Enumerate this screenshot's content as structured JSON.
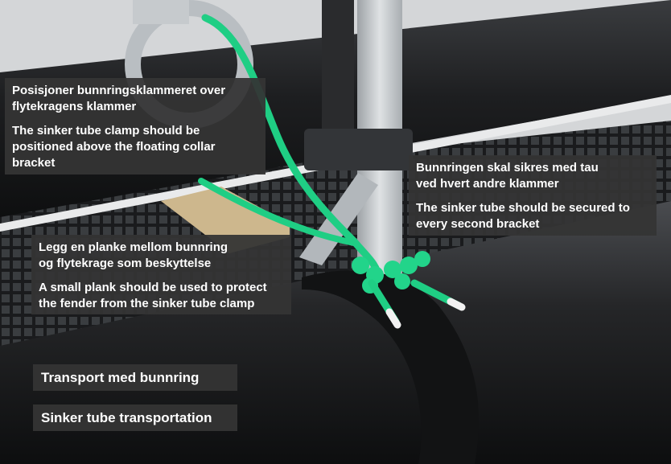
{
  "image": {
    "callouts": [
      {
        "no": "Posisjoner bunnringsklammeret over\nflytekragens klammer",
        "en": "The sinker tube clamp should be\npositioned above the floating collar\nbracket"
      },
      {
        "no": "Bunnringen skal sikres med tau\nved hvert andre klammer",
        "en": "The sinker tube should be secured to\nevery second bracket"
      },
      {
        "no": "Legg en planke mellom bunnring\n og flytekrage som beskyttelse",
        "en": "A small plank should be used to protect\nthe fender from the sinker tube clamp"
      }
    ],
    "labels": {
      "no": "Transport med bunnring",
      "en": "Sinker tube transportation"
    },
    "colors": {
      "pipe": "#1e1f21",
      "rope": "#1fce84",
      "steel": "#c9cdd0",
      "plank": "#c9b48a",
      "label_bg": "#343434"
    }
  }
}
